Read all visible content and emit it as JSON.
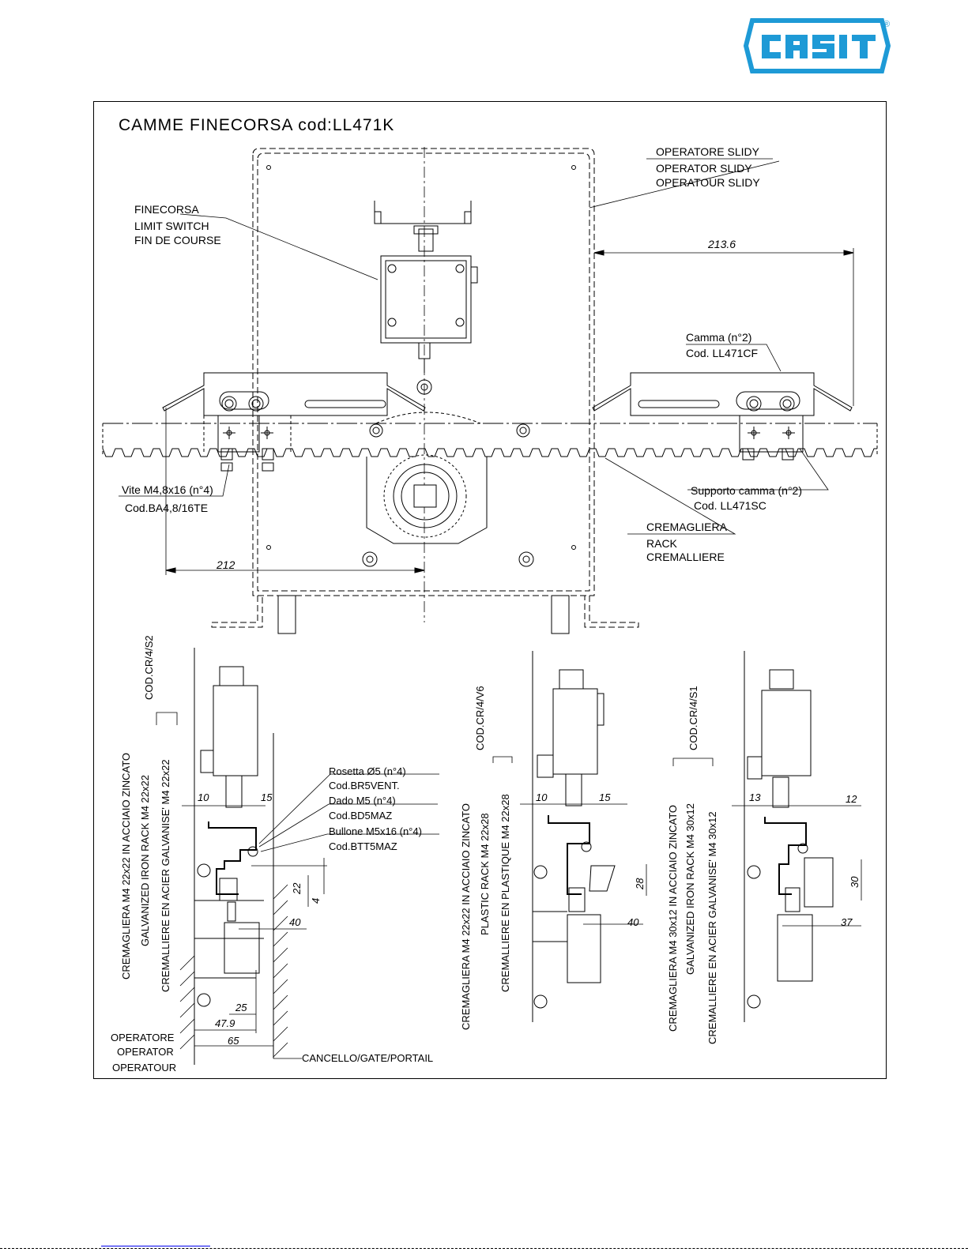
{
  "logo": {
    "text": "CASIT",
    "registered": "®",
    "color": "#1e9ad6"
  },
  "title": "CAMME FINECORSA cod:LL471K",
  "top_view": {
    "operator": [
      "OPERATORE SLIDY",
      "OPERATOR SLIDY",
      "OPERATOUR SLIDY"
    ],
    "limit_switch": [
      "FINECORSA",
      "LIMIT SWITCH",
      "FIN DE COURSE"
    ],
    "cam": [
      "Camma (n°2)",
      "Cod. LL471CF"
    ],
    "screw": [
      "Vite M4,8x16 (n°4)",
      "Cod.BA4,8/16TE"
    ],
    "cam_support": [
      "Supporto camma (n°2)",
      "Cod. LL471SC"
    ],
    "rack": [
      "CREMAGLIERA",
      "RACK",
      "CREMALLIERE"
    ],
    "dim_right": "213.6",
    "dim_left": "212"
  },
  "section_1": {
    "code": "COD.CR/4/S2",
    "lines": [
      "CREMAGLIERA M4 22x22 IN ACCIAIO ZINCATO",
      "GALVANIZED IRON RACK M4 22x22",
      "CREMALLIERE EN ACIER GALVANISE' M4 22x22"
    ],
    "parts": [
      "Rosetta Ø5 (n°4)",
      "Cod.BR5VENT.",
      "Dado M5 (n°4)",
      "Cod.BD5MAZ",
      "Bullone M5x16 (n°4)",
      "Cod.BTT5MAZ"
    ],
    "dims": {
      "a": "10",
      "b": "15",
      "c": "22",
      "d": "4",
      "e": "40",
      "f": "25",
      "g": "47.9",
      "h": "65"
    },
    "operator": [
      "OPERATORE",
      "OPERATOR",
      "OPERATOUR"
    ],
    "gate": "CANCELLO/GATE/PORTAIL"
  },
  "section_2": {
    "code": "COD.CR/4/V6",
    "lines": [
      "CREMAGLIERA M4 22x22 IN ACCIAIO ZINCATO",
      "PLASTIC RACK M4 22x28",
      "CREMALLIERE EN PLASTIQUE M4 22x28"
    ],
    "dims": {
      "a": "10",
      "b": "15",
      "c": "28",
      "d": "40"
    }
  },
  "section_3": {
    "code": "COD.CR/4/S1",
    "lines": [
      "CREMAGLIERA M4 30x12 IN ACCIAIO ZINCATO",
      "GALVANIZED IRON RACK M4 30x12",
      "CREMALLIERE EN ACIER GALVANISE' M4 30x12"
    ],
    "dims": {
      "a": "13",
      "b": "12",
      "c": "30",
      "d": "37"
    }
  }
}
